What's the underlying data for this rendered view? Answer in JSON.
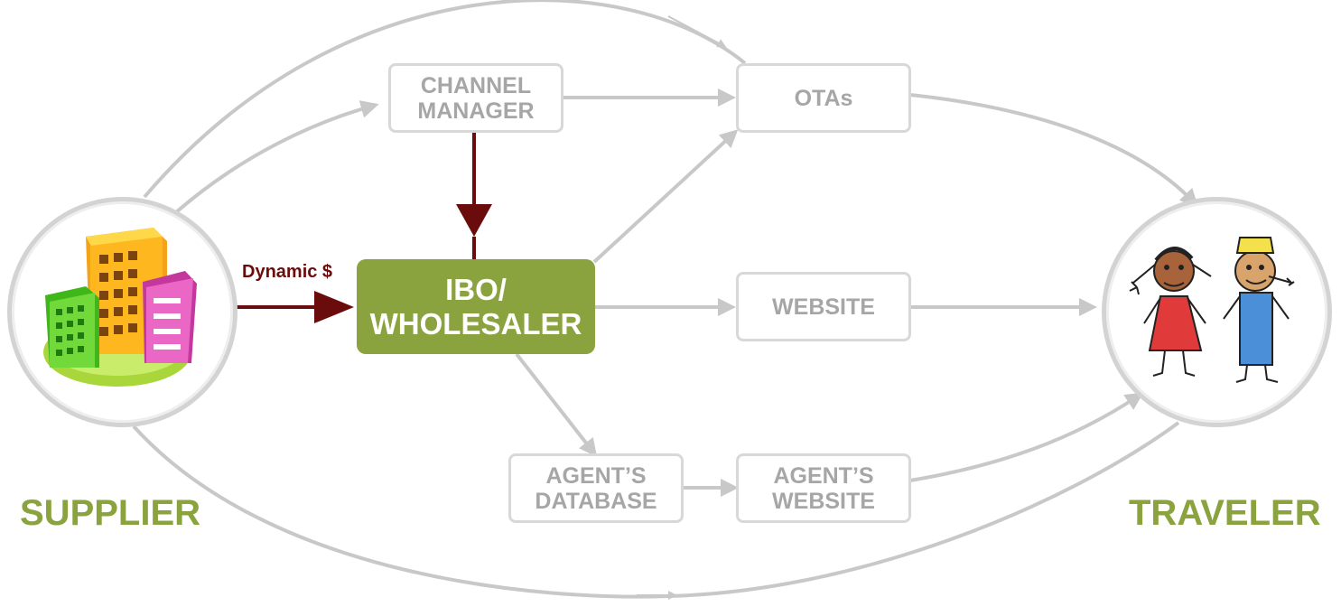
{
  "labels": {
    "supplier": "SUPPLIER",
    "traveler": "TRAVELER",
    "dynamic": "Dynamic $"
  },
  "nodes": {
    "channel_manager": "CHANNEL\nMANAGER",
    "otas": "OTAs",
    "wholesaler": "IBO/\nWHOLESALER",
    "website": "WEBSITE",
    "agents_database": "AGENT’S\nDATABASE",
    "agents_website": "AGENT’S\nWEBSITE"
  },
  "colors": {
    "accent_green": "#8ba33f",
    "flow_red": "#6b0c0c",
    "flow_gray": "#c8c8c8",
    "box_text": "#a6a6a6"
  }
}
